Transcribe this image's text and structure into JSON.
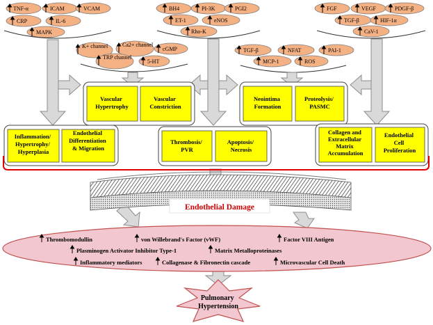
{
  "colors": {
    "oval_fill": "#f4b184",
    "oval_stroke": "#7f7f7f",
    "box_fill": "#ffff00",
    "arrow_fill": "#d9d9d9",
    "pink_fill": "#f2c7cf",
    "pink_stroke": "#c0504d",
    "red_bracket": "#e00000",
    "damage_text": "#d10000"
  },
  "cluster_a": {
    "items": [
      "TNF-α",
      "ICAM",
      "VCAM",
      "CRP",
      "IL-6",
      "MAPK"
    ]
  },
  "cluster_b": {
    "items": [
      "BH4",
      "PI-3K",
      "PGI2",
      "ET-1",
      "eNOS",
      "Rho-K"
    ]
  },
  "cluster_c": {
    "items": [
      "FGF",
      "VEGF",
      "PDGF-β",
      "TGF-β",
      "HIF-1α",
      "CaV-1"
    ]
  },
  "cluster_d": {
    "items": [
      "K+ channel",
      "Ca2+ channel",
      "cGMP",
      "TRP channel",
      "5-HT"
    ]
  },
  "cluster_e": {
    "items": [
      "TGF-β",
      "NFAT",
      "PAI-1",
      "MCP-1",
      "ROS"
    ]
  },
  "mid_boxes": {
    "vascular_hypertrophy": "Vascular Hypertrophy",
    "vascular_constriction": "Vascular Constriction",
    "neointima_formation": "Neointima Formation",
    "proteolysis_pasmc": "Proteolysis/ PASMC"
  },
  "low_boxes": {
    "inflammation": "Inflammation/ Hypertrophy/ Hyperplasia",
    "endothelial_differentiation": "Endothelial Differentiation & Migration",
    "thrombosis": "Thrombosis/ PVR",
    "apoptosis": "Apoptosis/ Necrosis",
    "collagen": "Collagen and Extracellular Matrix Accumulation",
    "endothelial_proliferation": "Endothelial Cell Proliferation"
  },
  "damage_label": "Endothelial Damage",
  "markers": {
    "thrombomodulin": "Thrombomodullin",
    "vwf": "von Willebrand's Factor (vWF)",
    "factor_viii": "Factor VIII Antigen",
    "pai1": "Plasminogen Activator Inhibitor Type-1",
    "mmp": "Matrix Metalloproteinases",
    "inflammatory": "Inflammatory mediators",
    "collagenase": "Collagenase & Fibronectin cascade",
    "microvascular": "Microvascular Cell Death"
  },
  "outcome": "Pulmonary Hypertension"
}
